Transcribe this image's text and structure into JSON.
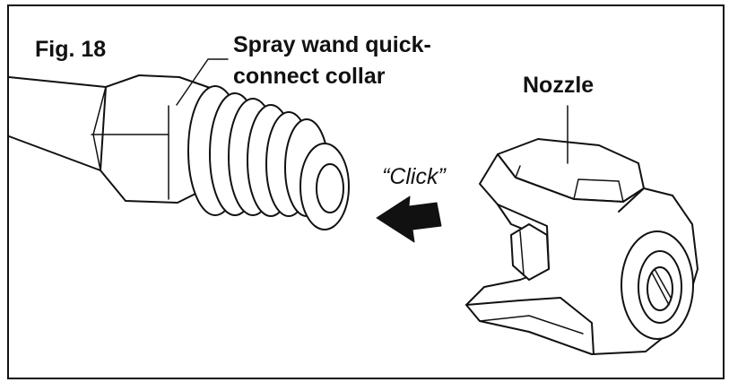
{
  "figure": {
    "fig_label": "Fig. 18",
    "collar_label_line1": "Spray wand quick-",
    "collar_label_line2": "connect collar",
    "nozzle_label": "Nozzle",
    "click_label": "“Click”",
    "arrow_icon": "arrow-left-icon",
    "colors": {
      "ink": "#111111",
      "background": "#ffffff"
    }
  }
}
